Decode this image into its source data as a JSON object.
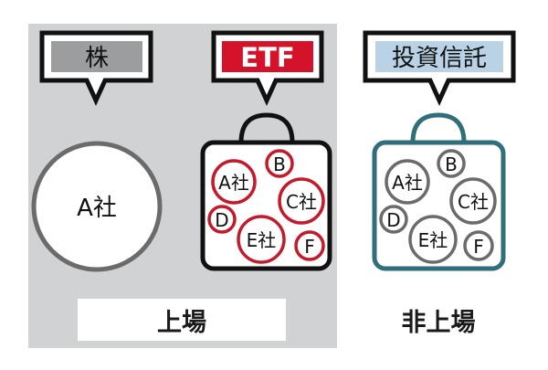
{
  "colors": {
    "panel_bg": "#d1d2d3",
    "stock_tag_bg": "#9c9d9f",
    "etf_tag_bg": "#d4122a",
    "fund_tag_bg": "#b9d2e6",
    "etf_circle": "#c41a2b",
    "fund_bag": "#2f6e7a",
    "fund_circle": "#6b6b6b",
    "stock_circle": "#6b6b6b"
  },
  "labels": {
    "stock": "株",
    "etf": "ETF",
    "fund": "投資信託"
  },
  "stock": {
    "company": "A社"
  },
  "etf_basket": {
    "items": [
      "A社",
      "B",
      "C社",
      "D",
      "E社",
      "F"
    ]
  },
  "fund_basket": {
    "items": [
      "A社",
      "B",
      "C社",
      "D",
      "E社",
      "F"
    ]
  },
  "footer": {
    "listed": "上場",
    "unlisted": "非上場"
  }
}
